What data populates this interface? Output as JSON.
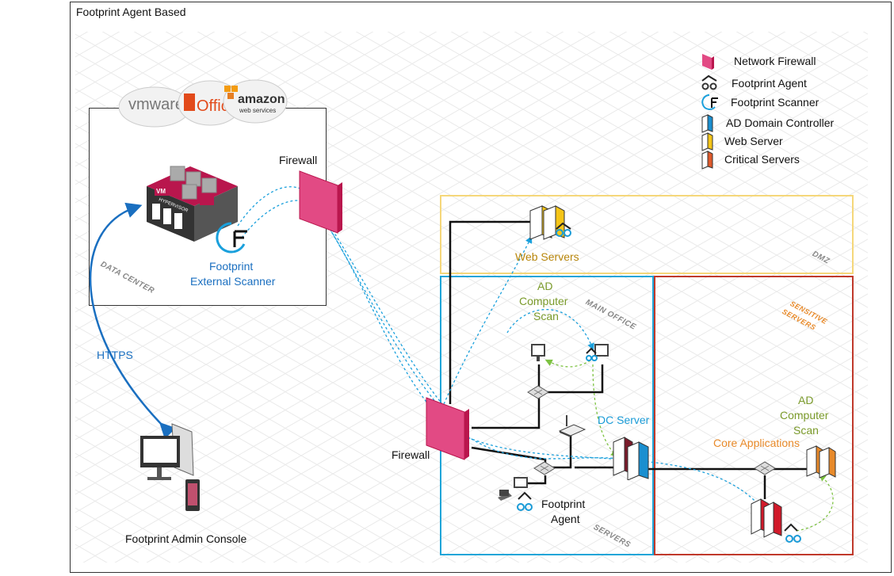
{
  "title": "Footprint Agent Based",
  "legend": [
    {
      "label": "Network Firewall",
      "icon": "firewall-icon",
      "color": "#e0457a"
    },
    {
      "label": "Footprint Agent",
      "icon": "agent-icon",
      "color": "#222222"
    },
    {
      "label": "Footprint Scanner",
      "icon": "scanner-icon",
      "color": "#1a9bd7"
    },
    {
      "label": "AD Domain Controller",
      "icon": "ad-server-icon",
      "color": "#1a8fd0"
    },
    {
      "label": "Web Server",
      "icon": "web-server-icon",
      "color": "#f5c518"
    },
    {
      "label": "Critical Servers",
      "icon": "critical-server-icon",
      "color": "#e05a2b"
    }
  ],
  "cloud_logos": [
    "vmware",
    "Office",
    "amazon",
    "web services"
  ],
  "hypervisor": {
    "label": "HYPERVISOR",
    "vm": "VM"
  },
  "datacenter": {
    "label": "DATA CENTER",
    "scanner_line1": "Footprint",
    "scanner_line2": "External Scanner"
  },
  "firewall_top": "Firewall",
  "firewall_main": "Firewall",
  "https": "HTTPS",
  "admin_console": "Footprint Admin Console",
  "dmz": {
    "label": "DMZ",
    "web_servers": "Web Servers"
  },
  "main_office": {
    "label": "MAIN OFFICE",
    "ad_scan": [
      "AD",
      "Computer",
      "Scan"
    ],
    "dc_server": "DC Server",
    "agent_line1": "Footprint",
    "agent_line2": "Agent",
    "servers": "SERVERS"
  },
  "sensitive": {
    "label_line1": "SENSITIVE",
    "label_line2": "SERVERS",
    "ad_scan": [
      "AD",
      "Computer",
      "Scan"
    ],
    "core_apps": "Core Applications"
  },
  "colors": {
    "dmz": "#f5c842",
    "main_office": "#1ea5d8",
    "sensitive": "#c0392b",
    "https_arrow": "#1a6fc0",
    "scan_dotted": "#1aa0dc",
    "agent_dotted": "#7dc242",
    "web_text": "#b8860b",
    "scan_text": "#7a9a2a",
    "dc_text": "#1a9bd7",
    "core_text": "#e88a2a",
    "sens_text": "#e88a2a"
  }
}
